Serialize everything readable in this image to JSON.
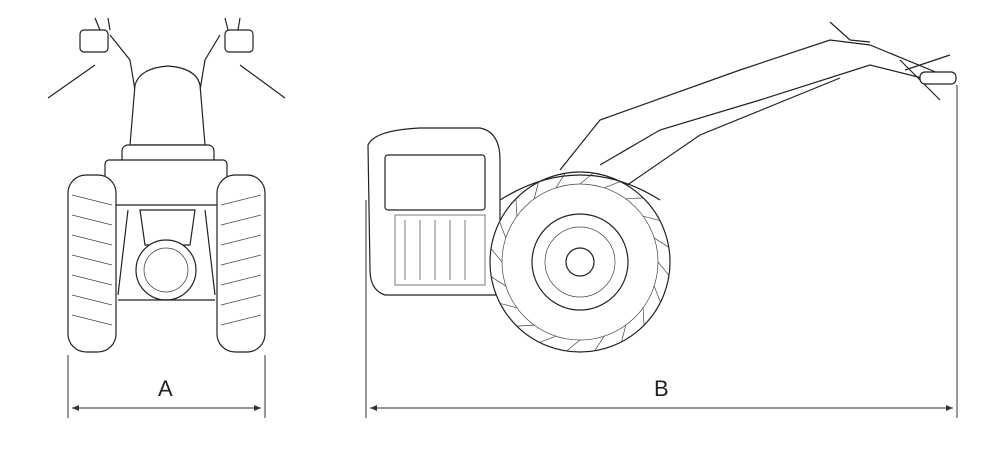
{
  "dimensions": {
    "width_label": "A",
    "length_label": "B"
  },
  "views": {
    "front": "front-view",
    "side": "side-view"
  }
}
